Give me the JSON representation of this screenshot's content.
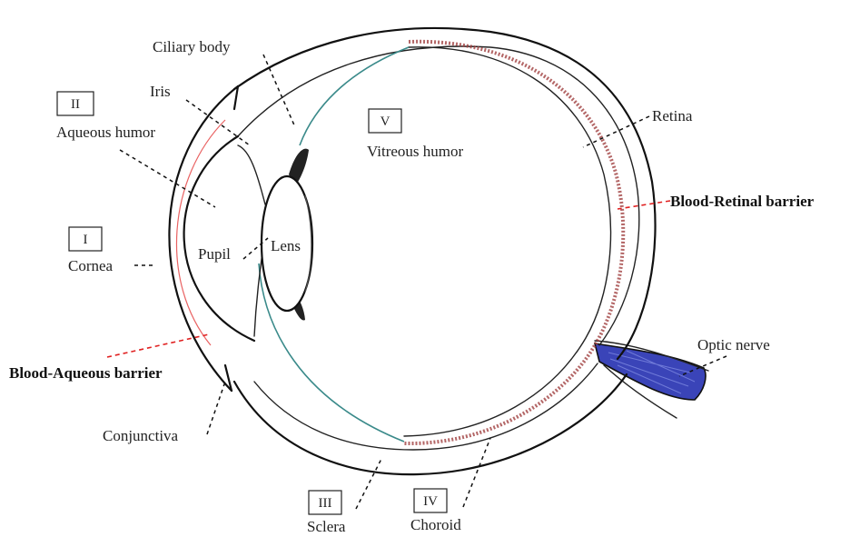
{
  "colors": {
    "ink": "#111111",
    "barrier_line": "#e02020",
    "retina_texture": "#a04040",
    "optic_nerve": "#3a44b8",
    "uvea_tint": "#3a8a8a"
  },
  "numerals": {
    "cornea": "I",
    "aqueous_humor": "II",
    "sclera": "III",
    "choroid": "IV",
    "vitreous_humor": "V"
  },
  "labels": {
    "ciliary_body": "Ciliary body",
    "iris": "Iris",
    "aqueous_humor": "Aqueous humor",
    "vitreous_humor": "Vitreous humor",
    "retina": "Retina",
    "blood_retinal_barrier": "Blood-Retinal barrier",
    "cornea": "Cornea",
    "pupil": "Pupil",
    "lens": "Lens",
    "optic_nerve": "Optic nerve",
    "blood_aqueous_barrier": "Blood-Aqueous barrier",
    "conjunctiva": "Conjunctiva",
    "sclera": "Sclera",
    "choroid": "Choroid"
  }
}
